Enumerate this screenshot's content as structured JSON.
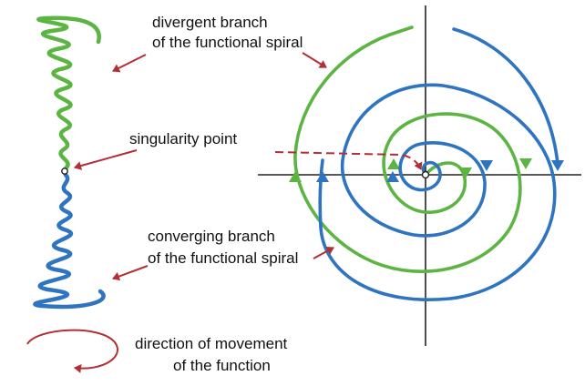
{
  "labels": {
    "divergent_line1": "divergent branch",
    "divergent_line2": "of the functional spiral",
    "singularity": "singularity point",
    "converging_line1": "converging branch",
    "converging_line2": "of the functional spiral",
    "direction_line1": "direction of movement",
    "direction_line2": "of the function"
  },
  "colors": {
    "green": "#5cb443",
    "blue": "#2f74c0",
    "arrow": "#b32f35",
    "axis": "#222222",
    "text": "#111111"
  }
}
